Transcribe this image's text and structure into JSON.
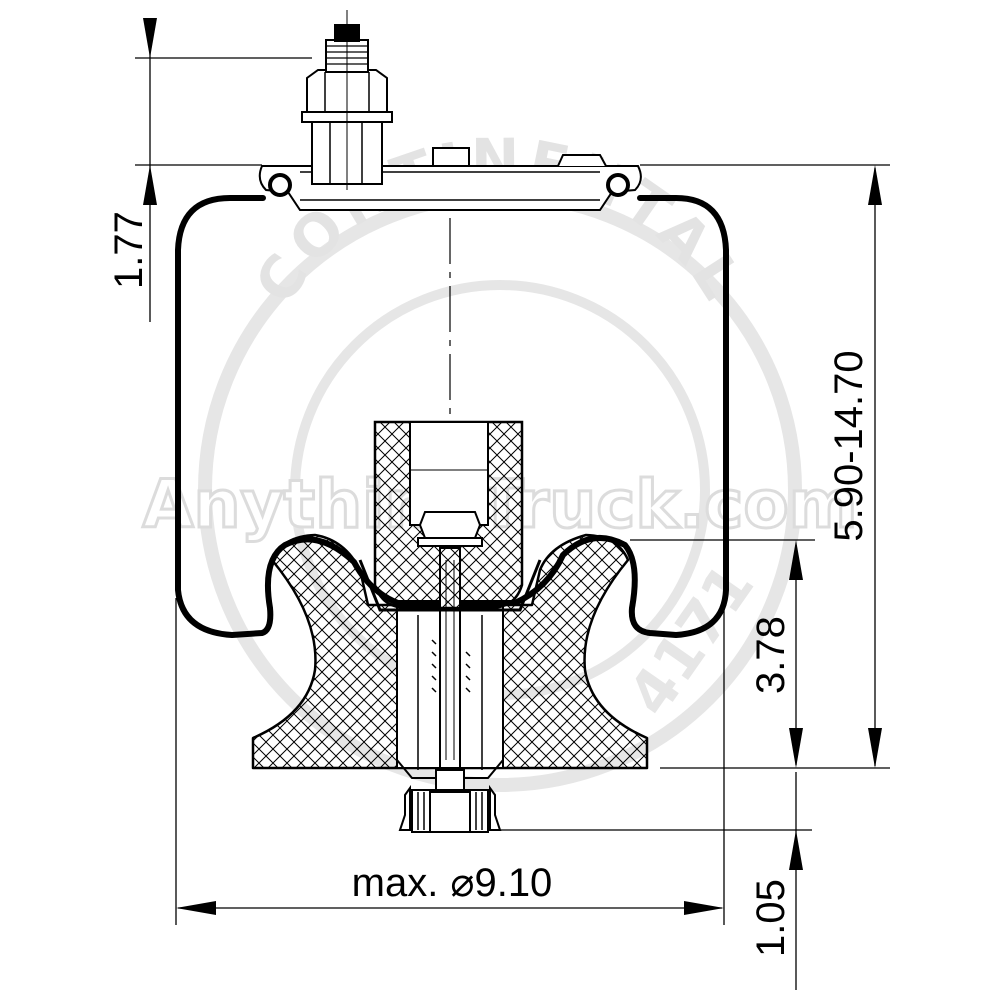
{
  "watermark": {
    "ring_text": "CONTINENTAL",
    "site_text": "AnythingTruck.com",
    "code_text": "4171"
  },
  "dimensions": {
    "top_mount_height": "1.77",
    "working_height_range": "5.90-14.70",
    "piston_height": "3.78",
    "bottom_stud_length": "1.05",
    "max_diameter_prefix": "max.",
    "max_diameter_symbol": "⌀",
    "max_diameter_value": "9.10"
  },
  "colors": {
    "line": "#000000",
    "watermark": "#e3e3e3",
    "background": "#ffffff"
  }
}
